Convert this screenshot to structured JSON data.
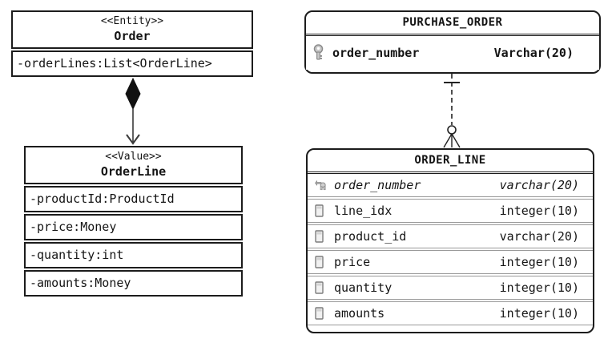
{
  "colors": {
    "border": "#1c1c1c",
    "row_separator": "#9a9a9a",
    "icon_gray": "#8c8c8c",
    "background": "#ffffff",
    "composition_fill": "#111111"
  },
  "uml": {
    "order": {
      "stereotype": "<<Entity>>",
      "name": "Order",
      "attributes": [
        "-orderLines:List<OrderLine>"
      ]
    },
    "order_line": {
      "stereotype": "<<Value>>",
      "name": "OrderLine",
      "attributes": [
        "-productId:ProductId",
        "-price:Money",
        "-quantity:int",
        "-amounts:Money"
      ]
    }
  },
  "db": {
    "purchase_order": {
      "name": "PURCHASE_ORDER",
      "columns": [
        {
          "icon": "primary-key-icon",
          "name": "order_number",
          "type": "Varchar(20)",
          "key": "PK"
        }
      ]
    },
    "order_line": {
      "name": "ORDER_LINE",
      "columns": [
        {
          "icon": "foreign-key-icon",
          "name": "order_number",
          "type": "varchar(20)",
          "key": "FK"
        },
        {
          "icon": "column-icon",
          "name": "line_idx",
          "type": "integer(10)",
          "key": ""
        },
        {
          "icon": "column-icon",
          "name": "product_id",
          "type": "varchar(20)",
          "key": ""
        },
        {
          "icon": "column-icon",
          "name": "price",
          "type": "integer(10)",
          "key": ""
        },
        {
          "icon": "column-icon",
          "name": "quantity",
          "type": "integer(10)",
          "key": ""
        },
        {
          "icon": "column-icon",
          "name": "amounts",
          "type": "integer(10)",
          "key": ""
        }
      ]
    }
  },
  "relationships": {
    "uml_composition": {
      "type": "composition",
      "from": "Order",
      "to": "OrderLine",
      "notation": "filled-diamond-to-open-arrow"
    },
    "er_relation": {
      "type": "one-to-zero-or-many",
      "from": "PURCHASE_ORDER",
      "to": "ORDER_LINE",
      "line_style": "dashed",
      "notation": "tick-to-circle-crow-foot"
    }
  }
}
